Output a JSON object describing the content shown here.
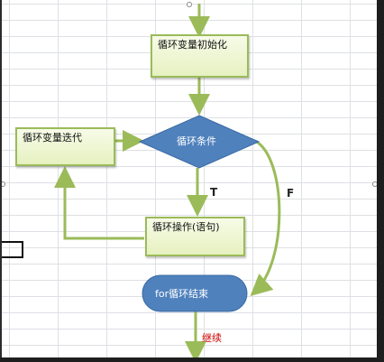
{
  "nodes": {
    "init": "循环变量初始化",
    "condition": "循环条件",
    "iterate": "循环变量迭代",
    "body": "循环操作(语句)",
    "end": "for循环结束"
  },
  "labels": {
    "true_branch": "T",
    "false_branch": "F",
    "continue": "继续"
  },
  "colors": {
    "arrow": "#9bbb59",
    "box_border": "#9bbb59",
    "box_fill": "#eaf4c8",
    "shape_fill": "#4f81bd",
    "continue_text": "#cc0000"
  }
}
